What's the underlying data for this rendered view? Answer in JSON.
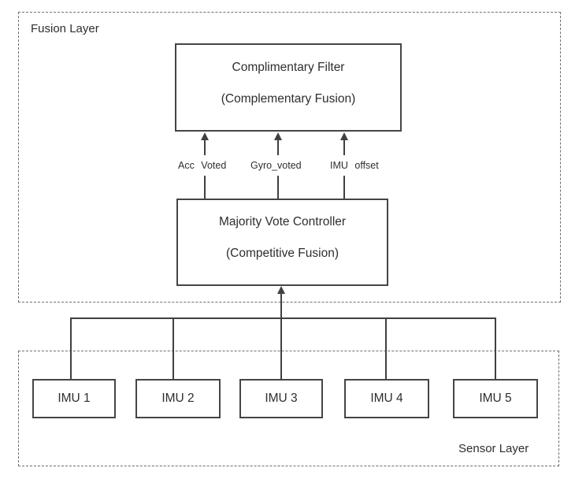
{
  "canvas": {
    "background": "#ffffff",
    "line_color": "#404040",
    "dashed_border_color": "#6e6e6e"
  },
  "fusion_layer": {
    "label": "Fusion Layer",
    "complementary_filter": {
      "title": "Complimentary Filter",
      "subtitle": "(Complementary Fusion)"
    },
    "majority_vote_controller": {
      "title": "Majority Vote Controller",
      "subtitle": "(Competitive Fusion)"
    },
    "signals": [
      {
        "label": "Acc Voted"
      },
      {
        "label": "Gyro_voted"
      },
      {
        "label": "IMU offset"
      }
    ]
  },
  "sensor_layer": {
    "label": "Sensor Layer",
    "imus": [
      {
        "label": "IMU 1"
      },
      {
        "label": "IMU 2"
      },
      {
        "label": "IMU 3"
      },
      {
        "label": "IMU 4"
      },
      {
        "label": "IMU 5"
      }
    ]
  }
}
